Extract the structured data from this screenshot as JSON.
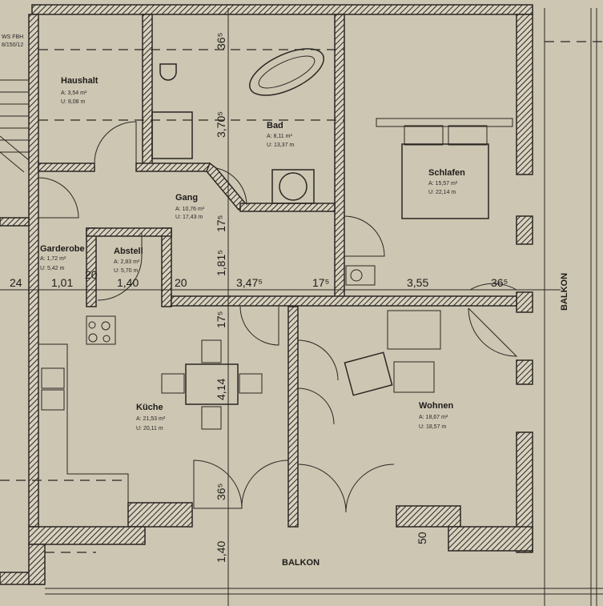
{
  "plan": {
    "stamp": [
      "WS FBH",
      "8/150/12"
    ],
    "rooms": {
      "haushalt": {
        "name": "Haushalt",
        "area": "A:   3,54 m²",
        "perimeter": "U:   8,08 m"
      },
      "bad": {
        "name": "Bad",
        "area": "A:  8,11 m²",
        "perimeter": "U: 13,37 m"
      },
      "gang": {
        "name": "Gang",
        "area": "A: 10,76 m²",
        "perimeter": "U: 17,43 m"
      },
      "schlafen": {
        "name": "Schlafen",
        "area": "A:   15,57 m²",
        "perimeter": "U:   22,14 m"
      },
      "garderobe": {
        "name": "Garderobe",
        "area": "A:      1,72 m²",
        "perimeter": "U:      5,42 m"
      },
      "abstell": {
        "name": "Abstell",
        "area": "A: 2,83 m²",
        "perimeter": "U: 5,70 m"
      },
      "kueche": {
        "name": "Küche",
        "area": "A: 21,53 m²",
        "perimeter": "U: 20,11 m"
      },
      "wohnen": {
        "name": "Wohnen",
        "area": "A:   18,67 m²",
        "perimeter": "U:   18,57 m"
      },
      "balkon_right": {
        "name": "BALKON"
      },
      "balkon_bottom": {
        "name": "BALKON"
      }
    },
    "dimensions_horizontal": [
      "24",
      "1,01",
      "20",
      "1,40",
      "20",
      "3,47⁵",
      "17⁵",
      "3,55",
      "36⁵"
    ],
    "dimensions_vertical": [
      "36⁵",
      "3,70⁵",
      "17⁵",
      "1,81⁵",
      "17⁵",
      "4,14",
      "36⁵",
      "1,40",
      "50"
    ]
  }
}
